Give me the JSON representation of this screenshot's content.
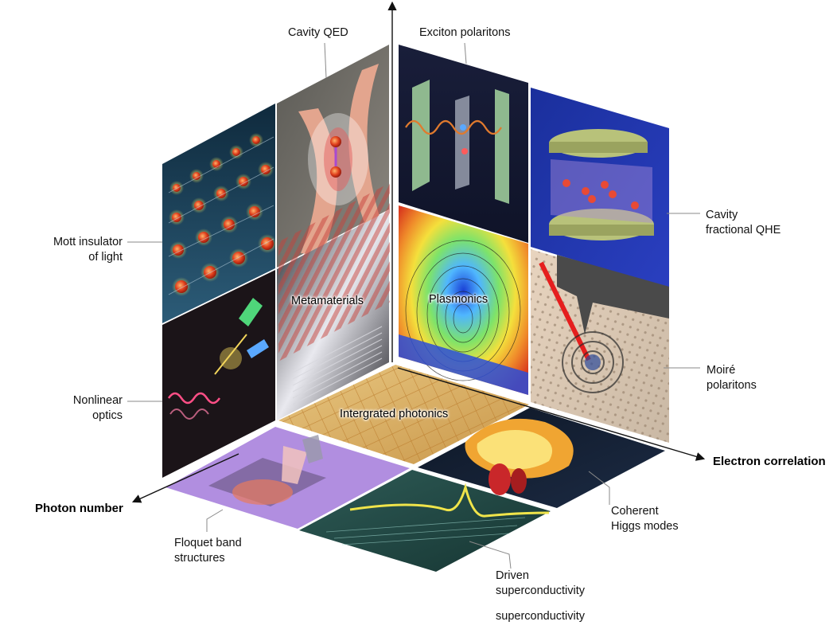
{
  "axes": {
    "electron": "Electron correlation",
    "photon": "Photon number"
  },
  "labels": {
    "cavity_qed": "Cavity QED",
    "exciton": "Exciton polaritons",
    "mott": "Mott insulator\nof light",
    "cavity_qhe": "Cavity\nfractional QHE",
    "moire": "Moiré\npolaritons",
    "nonlinear": "Nonlinear\noptics",
    "higgs": "Coherent\nHiggs modes",
    "floquet": "Floquet band\nstructures",
    "driven": "Driven\nsuperconductivity",
    "driven_extra": "superconductivity"
  },
  "tiles": {
    "metamaterials": "Metamaterials",
    "plasmonics": "Plasmonics",
    "integrated": "Intergrated photonics"
  }
}
